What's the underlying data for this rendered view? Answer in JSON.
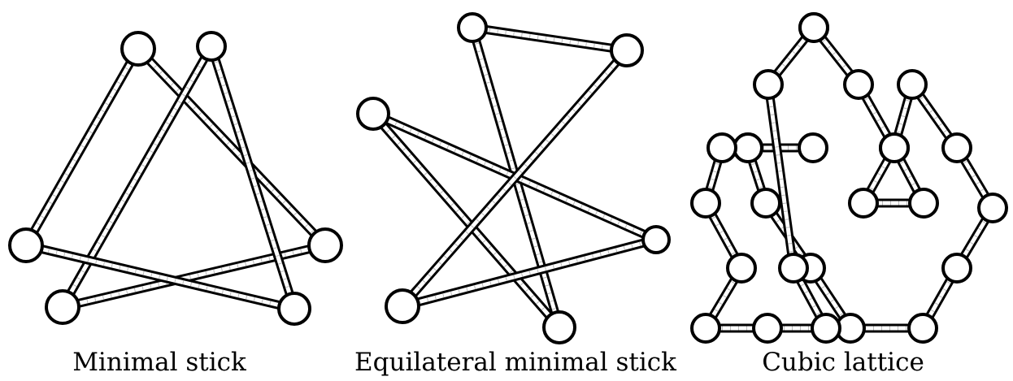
{
  "figures": [
    {
      "id": "minimal-stick",
      "caption": "Minimal stick"
    },
    {
      "id": "equilateral-minimal-stick",
      "caption": "Equilateral minimal stick"
    },
    {
      "id": "cubic-lattice",
      "caption": "Cubic lattice"
    }
  ],
  "colors": {
    "stroke": "#000000",
    "fill": "#ffffff"
  }
}
